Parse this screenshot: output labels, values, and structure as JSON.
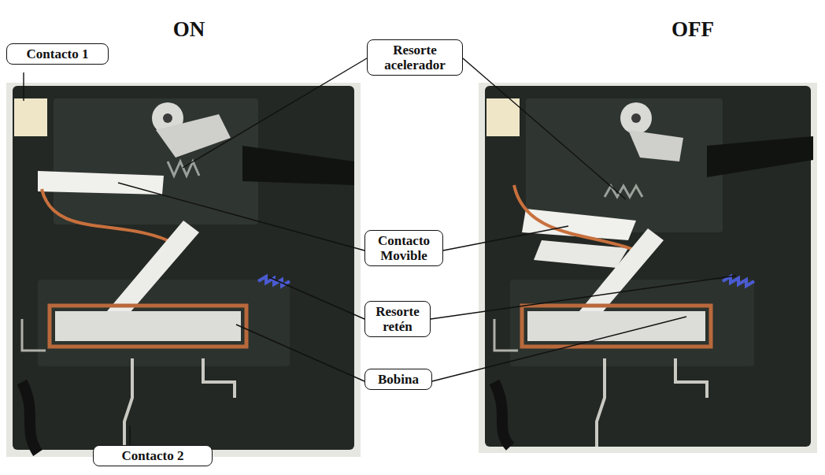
{
  "diagram": {
    "nodes": [
      {
        "text": [
          "Contacto 1"
        ]
      },
      {
        "text": [
          "Resorte acelerador"
        ]
      },
      {
        "text": [
          "Contacto Movible"
        ]
      },
      {
        "text": [
          "Resorte retén"
        ]
      },
      {
        "text": [
          "Bobina"
        ]
      },
      {
        "text": [
          "Contacto 2"
        ]
      }
    ],
    "labels": [
      "ON",
      "OFF"
    ]
  }
}
